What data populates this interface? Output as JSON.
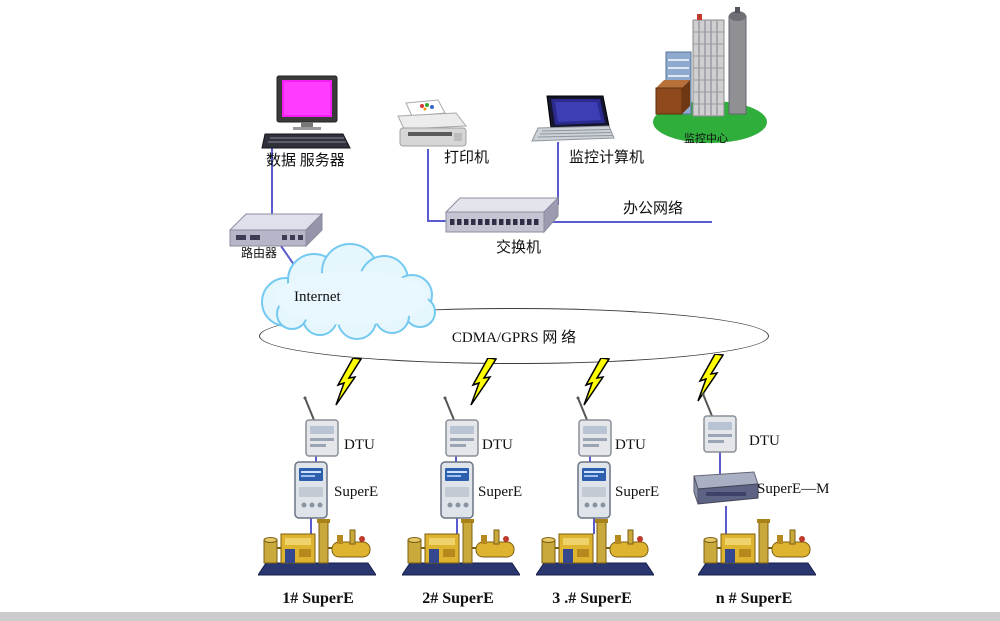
{
  "diagram": {
    "monitoring_center": {
      "label": "监控中心",
      "devices": {
        "data_server": "数据 服务器",
        "printer": "打印机",
        "monitoring_computer": "监控计算机"
      }
    },
    "office_network": {
      "router_label": "路由器",
      "switch_label": "交换机",
      "office_network_label": "办公网络"
    },
    "wan": {
      "internet_label": "Internet",
      "cdma_gprs_label": "CDMA/GPRS 网 络"
    },
    "field_units": [
      {
        "dtu_label": "DTU",
        "device_label": "SuperE",
        "unit_label": "1# SuperE"
      },
      {
        "dtu_label": "DTU",
        "device_label": "SuperE",
        "unit_label": "2# SuperE"
      },
      {
        "dtu_label": "DTU",
        "device_label": "SuperE",
        "unit_label": "3 .# SuperE"
      },
      {
        "dtu_label": "DTU",
        "device_label": "SuperE—M",
        "unit_label": "n # SuperE"
      }
    ],
    "icons": {
      "data_server": "desktop-computer-icon",
      "printer": "printer-icon",
      "monitoring_computer": "laptop-icon",
      "monitoring_center": "buildings-icon",
      "router": "router-icon",
      "switch": "switch-icon",
      "internet": "cloud-icon",
      "wireless_link": "lightning-bolt-icon",
      "dtu": "dtu-modem-icon",
      "supere": "supere-meter-icon",
      "supere_m": "supere-m-device-icon",
      "compressor": "compressor-unit-icon"
    },
    "colors": {
      "connection_line": "#5b5bd0",
      "bolt_fill": "#ffff00",
      "monitor_screen": "#ff3cff",
      "cloud_stroke": "#74c9f0",
      "ground_green": "#2fae3c",
      "machine_yellow": "#ddb32f",
      "machine_base": "#2a3670"
    }
  }
}
